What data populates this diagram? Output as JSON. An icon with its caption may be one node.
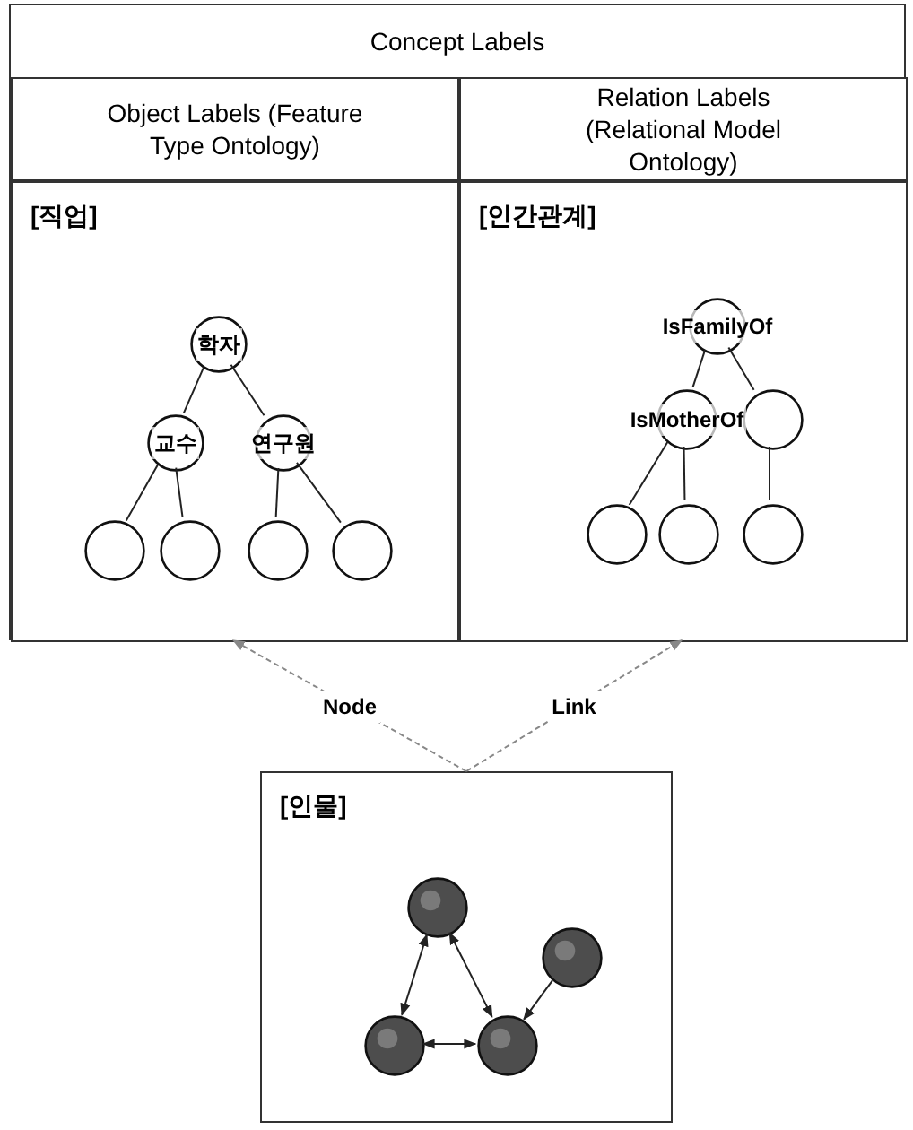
{
  "diagram": {
    "nodes": [
      {
        "text": [
          "Concept Labels"
        ]
      },
      {
        "text": [
          "Object Labels (Feature Type Ontology)"
        ],
        "in": 0
      },
      {
        "text": [
          "[직업]"
        ],
        "in": 0
      },
      {
        "text": [
          "Relation Labels (Relational Model Ontology)"
        ],
        "in": 0
      },
      {
        "text": [
          "[인간관계]"
        ],
        "in": 0
      },
      {
        "text": [
          "학자"
        ],
        "in": 2
      },
      {
        "text": [
          "교수"
        ],
        "in": 2
      },
      {
        "text": [
          "연구원"
        ],
        "in": 2
      },
      {
        "text": [],
        "shape": "circle",
        "in": 2
      },
      {
        "text": [],
        "shape": "circle",
        "in": 2
      },
      {
        "text": [],
        "shape": "circle",
        "in": 2
      },
      {
        "text": [],
        "shape": "circle",
        "in": 2
      },
      {
        "text": [
          "IsFamilyOf"
        ],
        "in": 4
      },
      {
        "text": [
          "IsMotherOf"
        ],
        "in": 4
      },
      {
        "text": [],
        "shape": "circle",
        "in": 4
      },
      {
        "text": [],
        "shape": "circle",
        "in": 4
      },
      {
        "text": [],
        "shape": "circle",
        "in": 4
      },
      {
        "text": [],
        "shape": "circle",
        "in": 4
      },
      {
        "text": [
          "[인물]"
        ]
      },
      {
        "text": [],
        "shape": "circle",
        "in": 18
      },
      {
        "text": [],
        "shape": "circle",
        "in": 18
      },
      {
        "text": [],
        "shape": "circle",
        "in": 18
      },
      {
        "text": [],
        "shape": "circle",
        "in": 18
      }
    ],
    "edges": [
      {
        "from": 5,
        "to": 6,
        "arrow": "none"
      },
      {
        "from": 5,
        "to": 7,
        "arrow": "none"
      },
      {
        "from": 6,
        "to": 8,
        "arrow": "none"
      },
      {
        "from": 6,
        "to": 9,
        "arrow": "none"
      },
      {
        "from": 7,
        "to": 10,
        "arrow": "none"
      },
      {
        "from": 7,
        "to": 11,
        "arrow": "none"
      },
      {
        "from": 12,
        "to": 13,
        "arrow": "none"
      },
      {
        "from": 12,
        "to": 14,
        "arrow": "none"
      },
      {
        "from": 13,
        "to": 15,
        "arrow": "none"
      },
      {
        "from": 13,
        "to": 16,
        "arrow": "none"
      },
      {
        "from": 14,
        "to": 17,
        "arrow": "none"
      },
      {
        "from": 18,
        "to": 2,
        "arrow": "to",
        "label": "Node",
        "style": "dashed",
        "color": "#888888"
      },
      {
        "from": 18,
        "to": 4,
        "arrow": "to",
        "label": "Link",
        "style": "dashed",
        "color": "#888888"
      },
      {
        "from": 19,
        "to": 21,
        "arrow": "both"
      },
      {
        "from": 19,
        "to": 22,
        "arrow": "both"
      },
      {
        "from": 21,
        "to": 22,
        "arrow": "both"
      },
      {
        "from": 20,
        "to": 22,
        "arrow": "to"
      }
    ]
  }
}
